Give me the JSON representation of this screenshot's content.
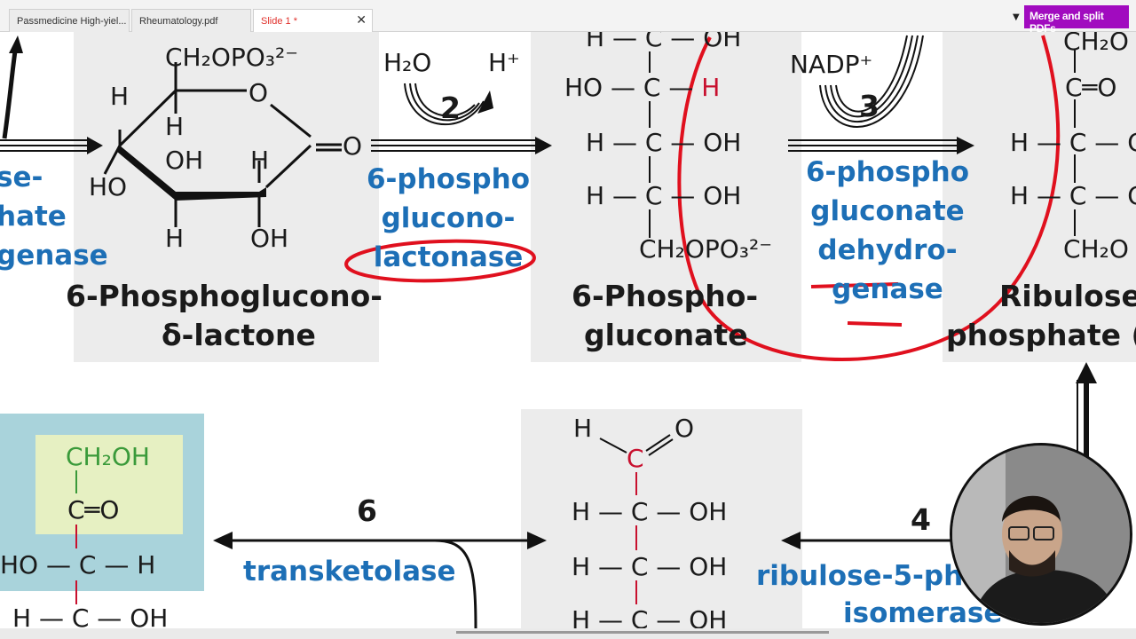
{
  "tabs": [
    {
      "label": "Passmedicine High-yiel..."
    },
    {
      "label": "Rheumatology.pdf"
    },
    {
      "label": "Slide 1 *",
      "close": "✕"
    }
  ],
  "toolbar": {
    "merge_label": "Merge and split PDFs",
    "dropdown_icon": "▼"
  },
  "slide": {
    "left_enzyme": [
      "se-",
      "hate",
      "genase"
    ],
    "lactone": {
      "ch2opo3": "CH₂OPO₃²⁻",
      "ring_o": "O",
      "carbonyl_o": "O",
      "h1": "H",
      "h2": "H",
      "h3": "H",
      "h4": "H",
      "ho": "HO",
      "oh1": "OH",
      "oh2": "OH",
      "name_line1": "6-Phosphoglucono-",
      "name_line2": "δ-lactone"
    },
    "step2": {
      "h2o": "H₂O",
      "hplus": "H⁺",
      "number": "2",
      "enzyme": [
        "6-phospho",
        "glucono-",
        "lactonase"
      ]
    },
    "gluconate": {
      "row1": "H — C — OH",
      "row2_left": "HO — C —",
      "row2_red": "H",
      "row3": "H — C — OH",
      "row4": "H — C — OH",
      "bottom": "CH₂OPO₃²⁻",
      "name_line1": "6-Phospho-",
      "name_line2": "gluconate"
    },
    "step3": {
      "cofactor": "NADP⁺",
      "number": "3",
      "enzyme": [
        "6-phospho",
        "gluconate",
        "dehydro-",
        "genase"
      ]
    },
    "ribulose": {
      "top": "CH₂O",
      "c2": "C═O",
      "c3": "H — C — O",
      "c4": "H — C — O",
      "bottom": "CH₂O",
      "name_line1": "Ribulose",
      "name_line2": "phosphate ("
    },
    "xylulose": {
      "ch2oh": "CH₂OH",
      "c_o": "C═O",
      "ho_c_h": "HO — C — H",
      "h_c_oh": "H — C — OH"
    },
    "step6": {
      "number": "6",
      "enzyme": "transketolase"
    },
    "ribose": {
      "h": "H",
      "o": "O",
      "c1": "C",
      "row1": "H — C — OH",
      "row2": "H — C — OH",
      "row3": "H — C — OH"
    },
    "step4": {
      "number": "4",
      "enzyme": [
        "ribulose-5-ph",
        "isomerase"
      ]
    }
  },
  "colors": {
    "enzyme_blue": "#1d6fb6",
    "annotation_red": "#e0101e",
    "carbon_red": "#c8102e",
    "merge_purple": "#a10bbf"
  }
}
